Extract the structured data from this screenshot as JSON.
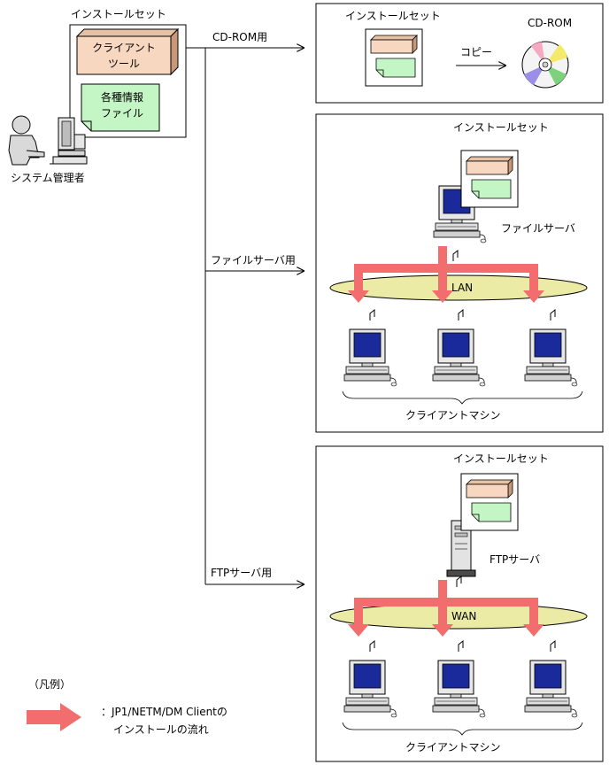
{
  "source": {
    "install_set_label": "インストールセット",
    "client_tool_line1": "クライアント",
    "client_tool_line2": "ツール",
    "info_file_line1": "各種情報",
    "info_file_line2": "ファイル",
    "admin_label": "システム管理者"
  },
  "routes": {
    "cdrom": "CD-ROM用",
    "fileserver": "ファイルサーバ用",
    "ftpserver": "FTPサーバ用"
  },
  "cdrom_panel": {
    "install_set_label": "インストールセット",
    "copy_label": "コピー",
    "cdrom_label": "CD-ROM"
  },
  "fileserver_panel": {
    "install_set_label": "インストールセット",
    "server_label": "ファイルサーバ",
    "network_label": "LAN",
    "clients_label": "クライアントマシン"
  },
  "ftp_panel": {
    "install_set_label": "インストールセット",
    "server_label": "FTPサーバ",
    "network_label": "WAN",
    "clients_label": "クライアントマシン"
  },
  "legend": {
    "title": "（凡例）",
    "line1": "：JP1/NETM/DM Clientの",
    "line2": "インストールの流れ"
  },
  "colors": {
    "flow_arrow": "#f26d6d",
    "tool_box": "#f7d7bf",
    "file_doc": "#c4f5c4",
    "network_ellipse": "#ebeba6",
    "monitor_screen": "#1a2a9a"
  }
}
